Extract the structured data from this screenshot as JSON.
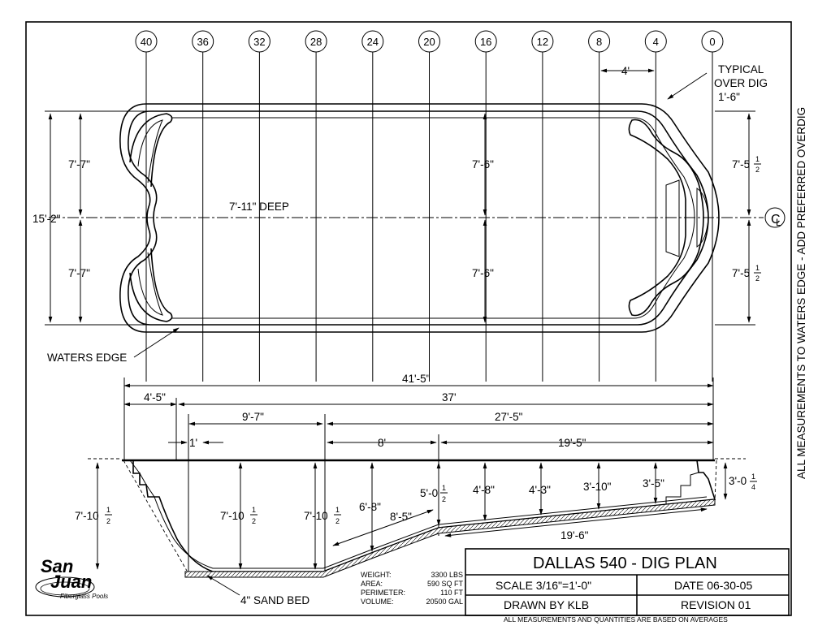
{
  "stations": [
    "40",
    "36",
    "32",
    "28",
    "24",
    "20",
    "16",
    "12",
    "8",
    "4",
    "0"
  ],
  "plan": {
    "overall_width": "15'-2\"",
    "left_half_top": "7'-7\"",
    "left_half_bottom": "7'-7\"",
    "mid_half_top": "7'-6\"",
    "mid_half_bottom": "7'-6\"",
    "right_half_top_main": "7'-5",
    "right_half_bottom_main": "7'-5",
    "frac_num": "1",
    "frac_den": "2",
    "deep_label": "7'-11\" DEEP",
    "station_spacing": "4'",
    "overdig_line1": "TYPICAL",
    "overdig_line2": "OVER DIG",
    "overdig_line3": "1'-6\"",
    "cl_symbol": "L",
    "cl_prefix": "C",
    "waters_edge": "WATERS EDGE"
  },
  "side_note": "ALL MEASUREMENTS TO WATERS EDGE - ADD PREFERRED OVERDIG",
  "profile": {
    "overall_length": "41'-5\"",
    "len_37": "37'",
    "len_4_5": "4'-5\"",
    "len_9_7": "9'-7\"",
    "len_27_5": "27'-5\"",
    "len_1": "1'",
    "len_8": "8'",
    "len_19_5": "19'-5\"",
    "depth_left_main": "7'-10",
    "depth_mid_main": "7'-10",
    "depth_mid2_main": "7'-10",
    "depth_6_8": "6'-8\"",
    "slope_8_5": "8'-5\"",
    "depth_5_0": "5'-0",
    "depth_4_8": "4'-8\"",
    "depth_4_3": "4'-3\"",
    "depth_3_10": "3'-10\"",
    "depth_3_5": "3'-5\"",
    "depth_3_0": "3'-0",
    "frac_quarter_num": "1",
    "frac_quarter_den": "4",
    "frac_half_num": "1",
    "frac_half_den": "2",
    "slope_19_6": "19'-6\"",
    "sand_bed": "4\" SAND BED"
  },
  "logo": {
    "line1": "San",
    "line2": "Juan",
    "tagline": "Fiberglass Pools"
  },
  "specs": [
    {
      "label": "WEIGHT:",
      "value": "3300 LBS"
    },
    {
      "label": "AREA:",
      "value": "590 SQ FT"
    },
    {
      "label": "PERIMETER:",
      "value": "110 FT"
    },
    {
      "label": "VOLUME:",
      "value": "20500 GAL"
    }
  ],
  "title_block": {
    "title": "DALLAS 540 - DIG PLAN",
    "scale": "SCALE 3/16\"=1'-0\"",
    "date": "DATE 06-30-05",
    "drawn_by": "DRAWN BY KLB",
    "revision": "REVISION 01",
    "footer": "ALL MEASUREMENTS AND QUANTITIES ARE BASED ON AVERAGES"
  }
}
